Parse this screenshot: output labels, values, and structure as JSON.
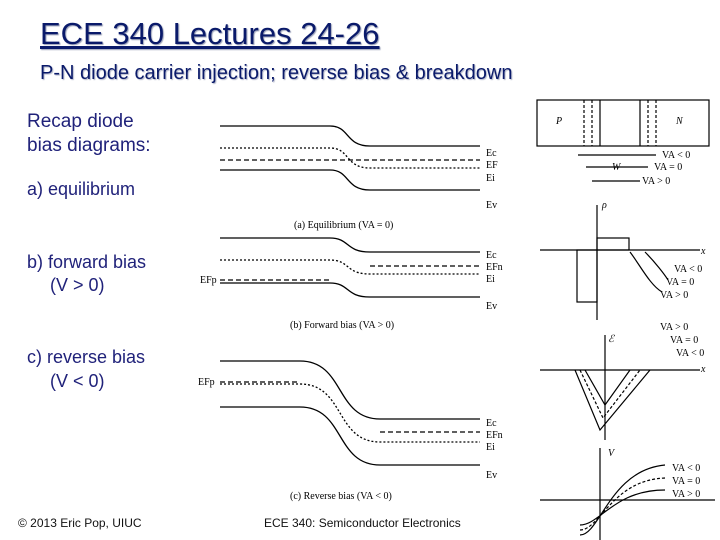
{
  "header": {
    "title": "ECE 340 Lectures 24-26",
    "subtitle": "P-N diode carrier injection; reverse bias & breakdown"
  },
  "recap": {
    "line1": "Recap diode",
    "line2": "bias diagrams:"
  },
  "cases": {
    "a": "a)  equilibrium",
    "b1": "b)  forward bias",
    "b2": "(V > 0)",
    "c1": "c)  reverse bias",
    "c2": "(V < 0)"
  },
  "diagram_labels": {
    "ec": "Ec",
    "ef": "EF",
    "efn": "EFn",
    "efp": "EFp",
    "ei": "Ei",
    "ev": "Ev",
    "caption_a": "(a) Equilibrium (VA = 0)",
    "caption_b": "(b) Forward bias (VA > 0)",
    "caption_c": "(c) Reverse bias (VA < 0)"
  },
  "right_panel": {
    "p": "P",
    "n": "N",
    "w": "W",
    "va_lt0": "VA < 0",
    "va_eq0": "VA = 0",
    "va_gt0": "VA > 0",
    "rho": "ρ",
    "field": "ℰ",
    "v": "V",
    "x": "x"
  },
  "footer": {
    "copyright": "© 2013 Eric Pop, UIUC",
    "course": "ECE 340: Semiconductor Electronics"
  },
  "colors": {
    "title": "#0a1a6a",
    "text": "#20227a"
  }
}
